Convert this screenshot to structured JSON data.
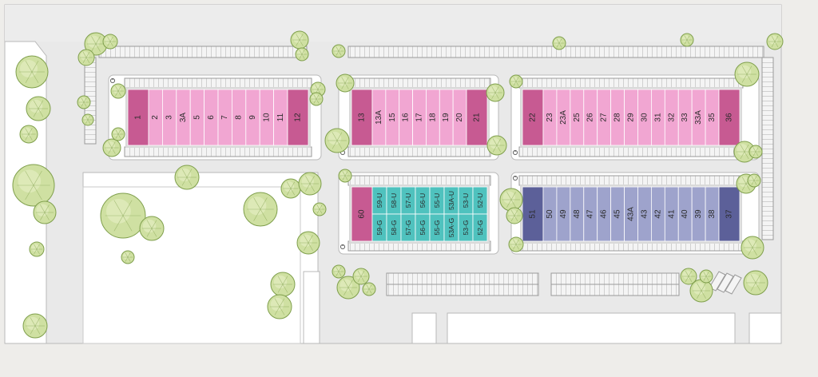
{
  "colors": {
    "canvas": "#eeedea",
    "site": "#ffffff",
    "road": "#e9e9e9",
    "pad": "#d9d9d9",
    "parking_stall": "#f4f4f4",
    "parking_line": "#9a9a9a",
    "pink_unit": "#f1a6d2",
    "pink_end_unit": "#c75a92",
    "teal_unit": "#4fc2be",
    "blue_unit": "#9ea3cc",
    "blue_end_unit": "#5c6099",
    "tree_light": "#cfe0a2",
    "tree_dark": "#7f9f4c"
  },
  "icons": {
    "accessible_parking": "accessible-parking-icon"
  },
  "buildings": {
    "a": {
      "scheme": "pink",
      "units": [
        "1",
        "2",
        "3",
        "3A",
        "5",
        "6",
        "7",
        "8",
        "9",
        "10",
        "11",
        "12"
      ]
    },
    "b": {
      "scheme": "pink",
      "units": [
        "13",
        "13A",
        "15",
        "16",
        "17",
        "18",
        "19",
        "20",
        "21"
      ]
    },
    "c": {
      "scheme": "pink",
      "units": [
        "22",
        "23",
        "23A",
        "25",
        "26",
        "27",
        "28",
        "29",
        "30",
        "31",
        "32",
        "33",
        "33A",
        "35",
        "36"
      ]
    },
    "d": {
      "scheme": "teal",
      "end_unit": "60",
      "units": [
        {
          "top": "59-U",
          "bottom": "59-G"
        },
        {
          "top": "58-U",
          "bottom": "58-G"
        },
        {
          "top": "57-U",
          "bottom": "57-G"
        },
        {
          "top": "56-U",
          "bottom": "56-G"
        },
        {
          "top": "55-U",
          "bottom": "55-G"
        },
        {
          "top": "53A-U",
          "bottom": "53A-G"
        },
        {
          "top": "53-U",
          "bottom": "53-G"
        },
        {
          "top": "52-U",
          "bottom": "52-G"
        }
      ]
    },
    "e": {
      "scheme": "blue",
      "units": [
        "51",
        "50",
        "49",
        "48",
        "47",
        "46",
        "45",
        "43A",
        "43",
        "42",
        "41",
        "40",
        "39",
        "38",
        "37"
      ]
    }
  }
}
